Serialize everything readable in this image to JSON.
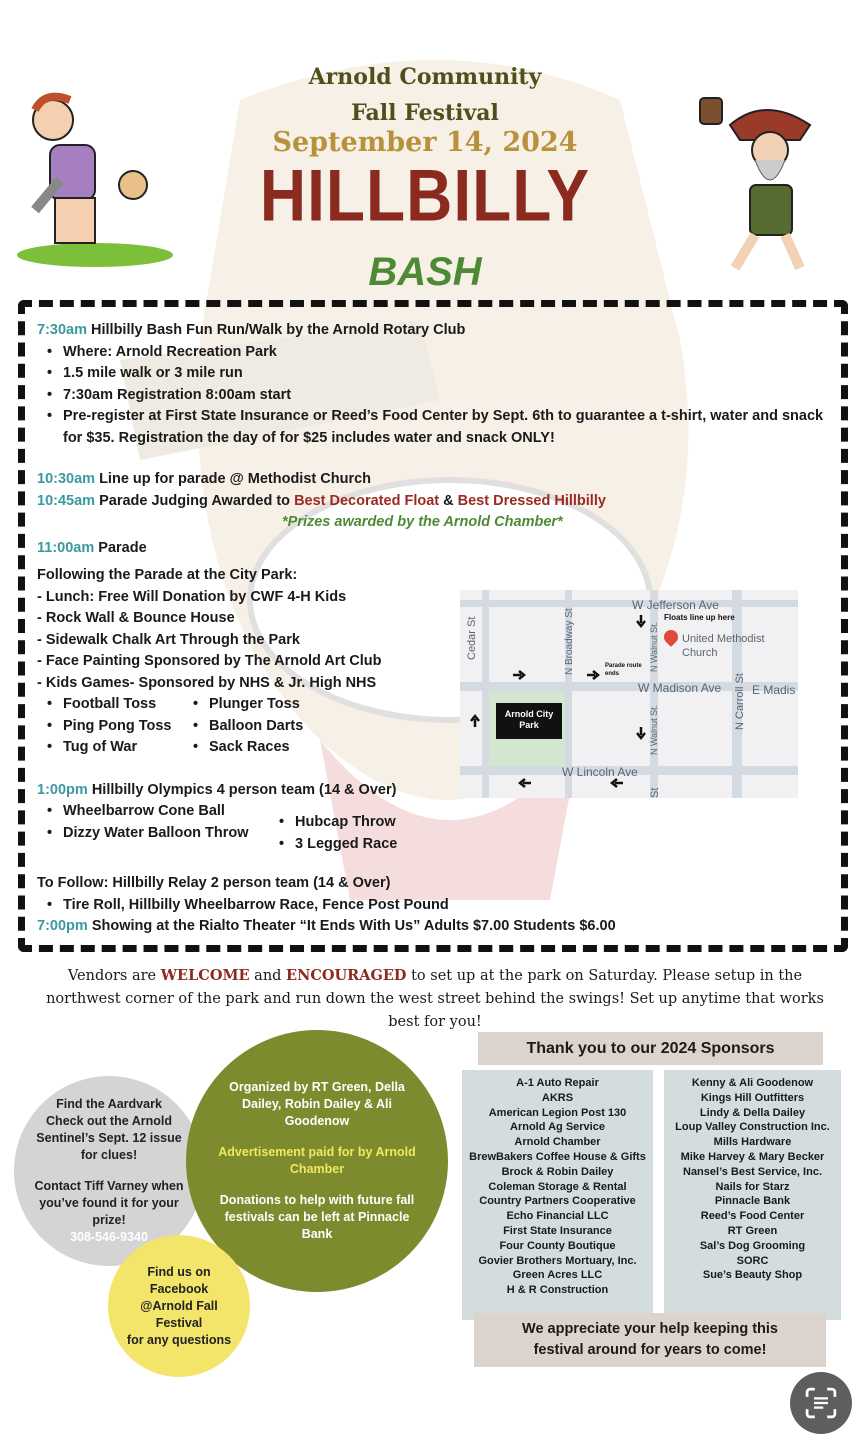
{
  "header": {
    "line1": "Arnold Community",
    "line2": "Fall Festival",
    "date": "September 14, 2024",
    "title": "HILLBILLY",
    "subtitle": "BASH"
  },
  "schedule": {
    "funrun": {
      "time": "7:30am",
      "text": "Hillbilly Bash Fun Run/Walk by the Arnold Rotary Club",
      "bullets": [
        "Where: Arnold Recreation Park",
        "1.5 mile walk or 3 mile run",
        "7:30am Registration 8:00am start",
        "Pre-register at First State Insurance or Reed’s Food Center by Sept. 6th to guarantee a t-shirt, water and snack for $35. Registration the day of for $25 includes water and snack ONLY!"
      ]
    },
    "lineup": {
      "time": "10:30am",
      "text": "Line up for parade @ Methodist Church"
    },
    "judging": {
      "time": "10:45am",
      "text": "Parade Judging Awarded to ",
      "award1": "Best Decorated Float",
      "amp": " & ",
      "award2": "Best Dressed Hillbilly",
      "prizes": "*Prizes awarded by the Arnold Chamber*"
    },
    "parade": {
      "time": "11:00am",
      "text": "Parade"
    },
    "following": {
      "heading": "Following the Parade at the City Park:",
      "items": [
        "- Lunch: Free Will Donation by CWF 4-H Kids",
        "- Rock Wall & Bounce House",
        "- Sidewalk Chalk Art Through the Park",
        "- Face Painting Sponsored by The Arnold Art Club",
        "- Kids Games- Sponsored by NHS & Jr. High NHS"
      ],
      "games_left": [
        "Football Toss",
        "Ping Pong Toss",
        "Tug of War"
      ],
      "games_right": [
        "Plunger Toss",
        "Balloon Darts",
        "Sack Races"
      ]
    },
    "olympics": {
      "time": "1:00pm",
      "text": "Hillbilly Olympics 4 person team (14 & Over)",
      "left": [
        "Wheelbarrow Cone Ball",
        "Dizzy Water Balloon Throw"
      ],
      "right": [
        "Hubcap Throw",
        "3 Legged Race"
      ]
    },
    "relay": {
      "text": "To Follow: Hillbilly Relay 2 person team (14 & Over)",
      "bullets": [
        "Tire Roll, Hillbilly Wheelbarrow Race, Fence Post Pound"
      ]
    },
    "movie": {
      "time": "7:00pm",
      "text": "Showing at the Rialto Theater “It Ends With Us”  Adults $7.00  Students $6.00"
    }
  },
  "map": {
    "jefferson": "W Jefferson Ave",
    "floats": "Floats line up here",
    "church": "United Methodist Church",
    "cedar": "Cedar St",
    "broadway": "N Broadway St",
    "walnut1": "N Walnut St.",
    "walnut2": "N Walnut St.",
    "walnut3": "St",
    "parade_end": "Parade route ends",
    "madison": "W Madison Ave",
    "emadison": "E Madis",
    "carroll": "N Carroll St",
    "park": "Arnold City Park",
    "lincoln": "W Lincoln Ave"
  },
  "vendors": {
    "pre": "Vendors are ",
    "w1": "WELCOME",
    "mid": " and ",
    "w2": "ENCOURAGED",
    "post": " to set up at the park on Saturday. Please setup in the northwest corner of the park and run down the west street behind the swings! Set up anytime that works best for you!"
  },
  "aardvark": {
    "l1": "Find the Aardvark",
    "l2": "Check out the Arnold Sentinel’s Sept. 12 issue for clues!",
    "l3": "Contact Tiff Varney when you’ve found it for your prize!",
    "phone": "308-546-9340"
  },
  "organized": {
    "l1": "Organized by RT Green, Della Dailey, Robin Dailey & Ali Goodenow",
    "l2": "Advertisement paid for by Arnold Chamber",
    "l3": "Donations to help with future fall festivals can be left at Pinnacle Bank"
  },
  "facebook": {
    "l1": "Find us on Facebook",
    "l2": "@Arnold Fall Festival",
    "l3": "for any questions"
  },
  "sponsors": {
    "title": "Thank you to our 2024 Sponsors",
    "left": [
      "A-1 Auto Repair",
      "AKRS",
      "American Legion Post 130",
      "Arnold Ag Service",
      "Arnold Chamber",
      "BrewBakers Coffee House & Gifts",
      "Brock & Robin Dailey",
      "Coleman Storage & Rental",
      "Country Partners Cooperative",
      "Echo Financial LLC",
      "First State Insurance",
      "Four County Boutique",
      "Govier Brothers Mortuary, Inc.",
      "Green Acres LLC",
      "H & R Construction"
    ],
    "right": [
      "Kenny & Ali Goodenow",
      "Kings Hill Outfitters",
      "Lindy & Della Dailey",
      "Loup Valley Construction Inc.",
      "Mills Hardware",
      "Mike Harvey & Mary Becker",
      "Nansel’s Best Service, Inc.",
      "Nails for Starz",
      "Pinnacle Bank",
      "Reed’s Food Center",
      "RT Green",
      "Sal’s Dog Grooming",
      "SORC",
      "Sue’s Beauty Shop"
    ],
    "footer": "We appreciate your help keeping this festival around for years to come!"
  },
  "colors": {
    "time": "#3b9aa0",
    "red": "#9a2a22",
    "green": "#4e8a36",
    "gold": "#b8923a"
  }
}
